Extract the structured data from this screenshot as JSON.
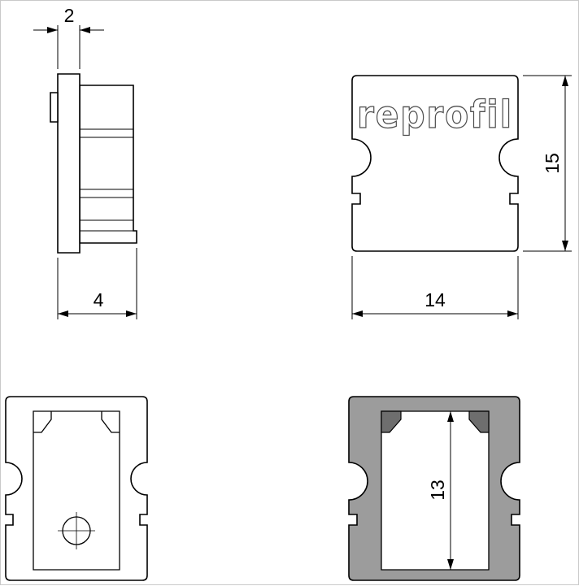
{
  "logo_text": "reprofil",
  "dimensions": {
    "flange_thickness_mm": "2",
    "depth_mm": "4",
    "height_mm": "15",
    "width_mm": "14",
    "inner_height_mm": "13"
  },
  "colors": {
    "line": "#000000",
    "fill_body": "#9c9c9c",
    "fill_hook": "#6e6e6e",
    "logo_stroke": "#4d4d4d"
  }
}
